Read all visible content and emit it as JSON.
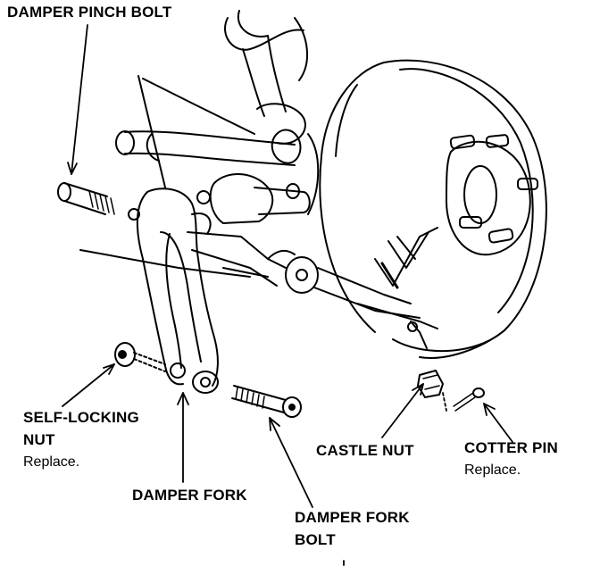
{
  "labels": {
    "damper_pinch_bolt": "DAMPER PINCH BOLT",
    "self_locking_nut_line1": "SELF-LOCKING",
    "self_locking_nut_line2": "NUT",
    "self_locking_nut_note": "Replace.",
    "damper_fork": "DAMPER FORK",
    "damper_fork_bolt_line1": "DAMPER FORK",
    "damper_fork_bolt_line2": "BOLT",
    "castle_nut": "CASTLE NUT",
    "cotter_pin": "COTTER PIN",
    "cotter_pin_note": "Replace."
  },
  "colors": {
    "ink": "#000000",
    "paper": "#ffffff"
  }
}
